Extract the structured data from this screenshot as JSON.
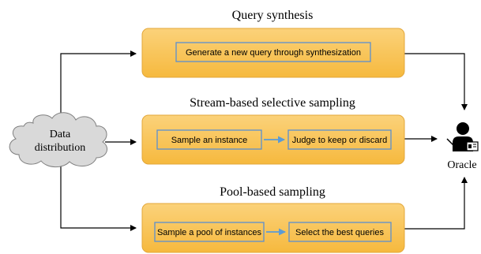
{
  "colors": {
    "stage_fill": "#FAC75A",
    "stage_border": "#E3A73A",
    "inner_border": "#5B8FCF",
    "cloud_fill": "#D9D9D9",
    "cloud_border": "#7F7F7F",
    "arrow": "#000000",
    "blue_arrow": "#5B9BD5"
  },
  "source": {
    "line1": "Data",
    "line2": "distribution"
  },
  "oracle": {
    "label": "Oracle",
    "icon": "teacher-with-board-icon"
  },
  "stages": [
    {
      "title": "Query synthesis",
      "steps": [
        "Generate a new query through synthesization"
      ]
    },
    {
      "title": "Stream-based selective sampling",
      "steps": [
        "Sample an instance",
        "Judge to keep or discard"
      ]
    },
    {
      "title": "Pool-based sampling",
      "steps": [
        "Sample a pool of instances",
        "Select the best queries"
      ]
    }
  ]
}
